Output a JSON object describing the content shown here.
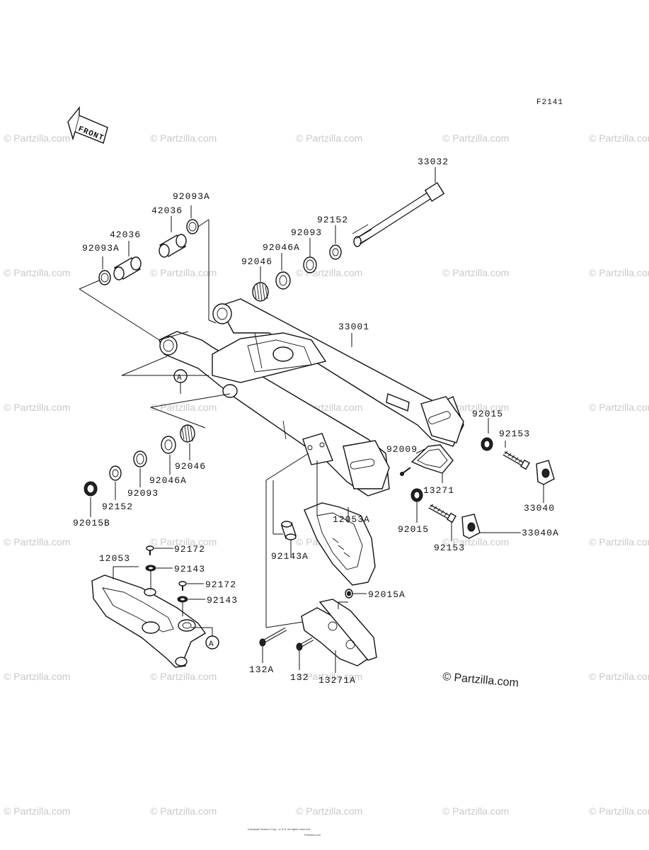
{
  "figure_code": "F2141",
  "front_label": "FRONT",
  "callout_a": "A",
  "brand": "© Partzilla.com",
  "watermark": "© Partzilla.com",
  "footer_line1": "Kawasaki Motors Corp., U.S.A. All rights reserved",
  "footer_line2": "Partzilla.com",
  "parts": {
    "p33032": "33032",
    "p92093A_top": "92093A",
    "p42036_top": "42036",
    "p42036_left": "42036",
    "p92093A_left": "92093A",
    "p92152_top": "92152",
    "p92093_top": "92093",
    "p92046A_top": "92046A",
    "p92046_top": "92046",
    "p33001": "33001",
    "p92015_right": "92015",
    "p92153_right": "92153",
    "p92009": "92009",
    "p13271": "13271",
    "p33040": "33040",
    "p92015_mid": "92015",
    "p92153_mid": "92153",
    "p33040A": "33040A",
    "p12053A": "12053A",
    "p92143A": "92143A",
    "p92046_bot": "92046",
    "p92046A_bot": "92046A",
    "p92093_bot": "92093",
    "p92152_bot": "92152",
    "p92015B": "92015B",
    "p12053": "12053",
    "p92172_a": "92172",
    "p92143_a": "92143",
    "p92172_b": "92172",
    "p92143_b": "92143",
    "p92015A": "92015A",
    "p132A": "132A",
    "p132": "132",
    "p13271A": "13271A"
  }
}
